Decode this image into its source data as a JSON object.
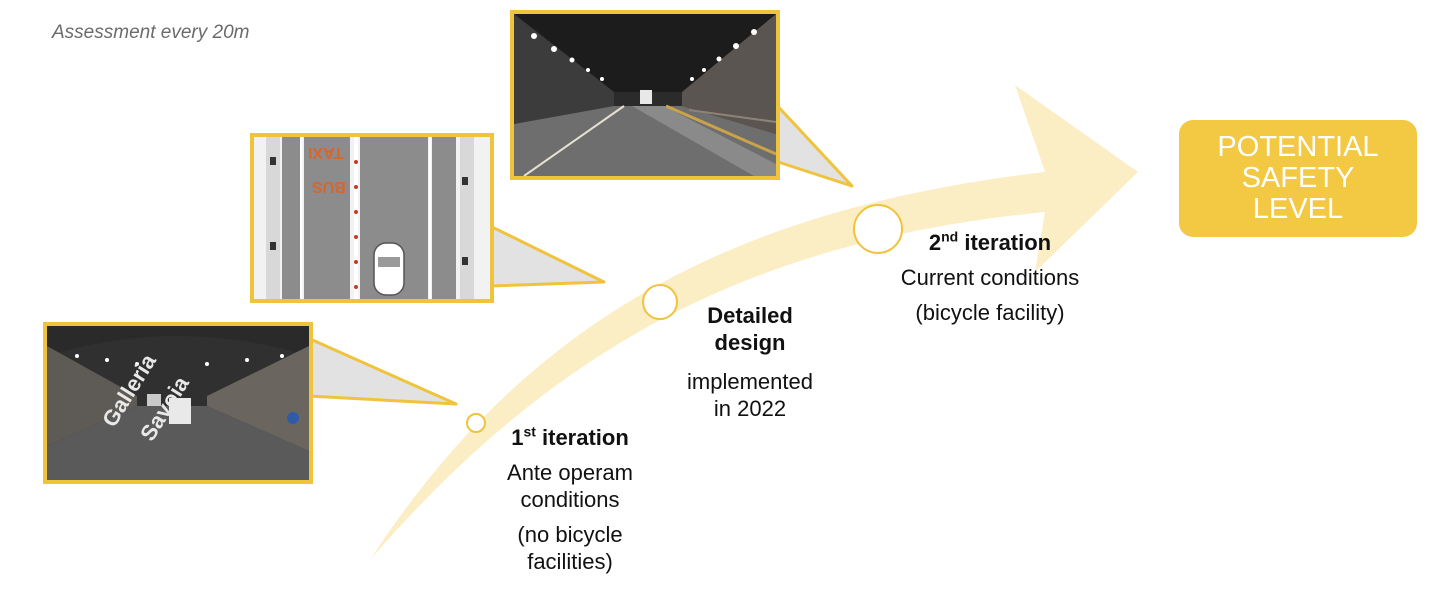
{
  "subtitle": "Assessment every 20m",
  "target": {
    "lines": [
      "POTENTIAL",
      "SAFETY",
      "LEVEL"
    ]
  },
  "steps": [
    {
      "heading_main": "1",
      "heading_sup": "st",
      "heading_rest": " iteration",
      "lines": [
        "Ante operam",
        "conditions",
        "(no bicycle",
        "facilities)"
      ]
    },
    {
      "heading_lines": [
        "Detailed",
        "design"
      ],
      "lines": [
        "implemented",
        "in 2022"
      ]
    },
    {
      "heading_main": "2",
      "heading_sup": "nd",
      "heading_rest": " iteration",
      "lines": [
        "Current conditions",
        "(bicycle facility)"
      ]
    }
  ],
  "plan_markings": {
    "bus": "BUS",
    "taxi": "TAXI"
  },
  "street_text": {
    "line1": "Galleria",
    "line2": "Savoia"
  },
  "colors": {
    "arrow": "#fbedc4",
    "accent": "#f0c33c",
    "box": "#f3c842",
    "asphalt": "#8c8c8c",
    "marking": "#d9652b"
  }
}
